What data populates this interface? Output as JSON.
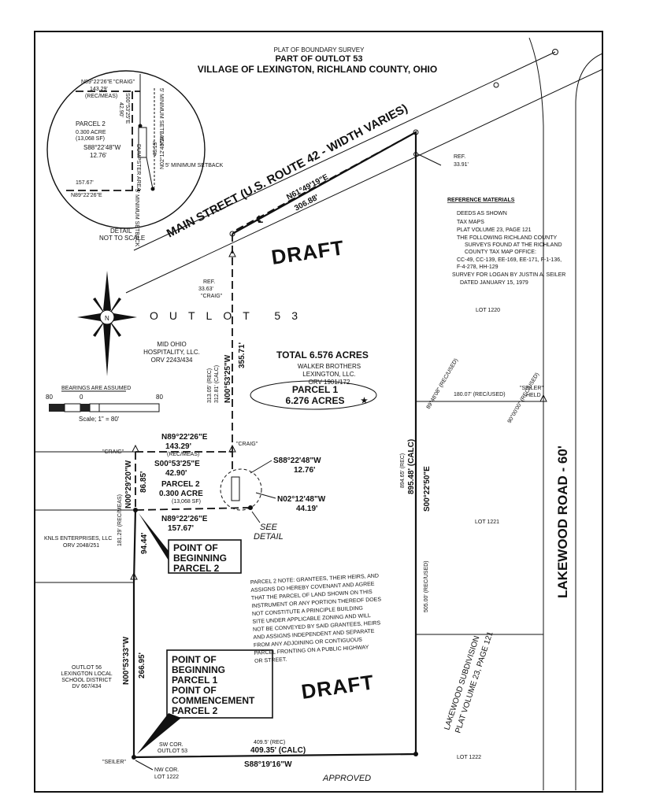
{
  "title": {
    "line1": "PLAT OF BOUNDARY SURVEY",
    "line2": "PART OF OUTLOT 53",
    "line3": "VILLAGE OF LEXINGTON, RICHLAND COUNTY, OHIO"
  },
  "street": {
    "name": "MAIN STREET (U.S. ROUTE 42 - WIDTH VARIES)",
    "bearing": "N61°49'19\"E",
    "distance": "306.88'",
    "centerline": "℄"
  },
  "road": {
    "name": "LAKEWOOD ROAD - 60'"
  },
  "draft_stamp": "DRAFT",
  "outlot": "OUTLOT 53",
  "total_acres": "TOTAL 6.576 ACRES",
  "owner": {
    "line1": "WALKER BROTHERS",
    "line2": "LEXINGTON, LLC.",
    "line3": "ORV 1901/172"
  },
  "parcel1": {
    "label": "PARCEL 1",
    "acres": "6.276 ACRES"
  },
  "parcel2": {
    "label": "PARCEL 2",
    "acres": "0.300 ACRE",
    "sqft": "(13,068 SF)"
  },
  "neighbors": {
    "mid_ohio": {
      "line1": "MID OHIO",
      "line2": "HOSPITALITY, LLC.",
      "line3": "ORV 2243/434"
    },
    "knls": {
      "line1": "KNLS ENTERPRISES, LLC",
      "line2": "ORV 2048/251"
    },
    "outlot56": {
      "line1": "OUTLOT 56",
      "line2": "LEXINGTON LOCAL",
      "line3": "SCHOOL DISTRICT",
      "line4": "DV 667/434"
    },
    "lot1220": "LOT 1220",
    "lot1221": "LOT 1221",
    "lot1222": "LOT 1222",
    "subdivision": {
      "line1": "LAKEWOOD SUBDIVISION",
      "line2": "PLAT VOLUME 23, PAGE 121"
    }
  },
  "reference": {
    "heading": "REFERENCE MATERIALS",
    "items": [
      "DEEDS AS SHOWN",
      "TAX MAPS",
      "PLAT VOLUME 23, PAGE 121",
      "THE FOLLOWING RICHLAND COUNTY",
      "SURVEYS FOUND AT THE RICHLAND",
      "COUNTY TAX MAP OFFICE:",
      "CC-49, CC-139, EE-169, EE-171, F-1-136,",
      "F-4-278, HH-129",
      "SURVEY FOR LOGAN BY JUSTIN A. SEILER",
      "DATED JANUARY 15, 1979"
    ]
  },
  "scale": {
    "left": "80",
    "mid": "0",
    "right": "80",
    "caption": "Scale; 1\" = 80'",
    "bearings_note": "BEARINGS ARE ASSUMED"
  },
  "north": "N",
  "detail": {
    "caption1": "DETAIL",
    "caption2": "NOT TO SCALE",
    "top_bearing": "N89°22'26\"E",
    "top_dist": "143.29'",
    "top_rec": "(REC/MEAS)",
    "craig": "\"CRAIG\"",
    "s_bearing": "S00°53'25\"E",
    "s_dist": "42.90'",
    "parcel": "PARCEL 2",
    "acre": "0.300 ACRE",
    "sf": "(13,068 SF)",
    "sw_bearing": "S88°22'48\"W",
    "sw_dist": "12.76'",
    "n02": "N02°12'48\"W",
    "n02_dist": "44.19'",
    "dumpster": "DUMPSTER AREA",
    "bottom_dist": "157.67'",
    "bottom_bearing": "N89°22'26\"E",
    "setback1": "5' MINIMUM SETBACK",
    "setback2": "5' MINIMUM SETBACK",
    "setback3": "5' MINIMUM SETBACK",
    "dist3": "43.19'"
  },
  "calls": {
    "ref_top": "REF.",
    "ref_top_dist": "33.91'",
    "ref_left": "REF.",
    "ref_left_dist": "33.63'",
    "ref_left_craig": "\"CRAIG\"",
    "west_rec1": "313.05' (REC)",
    "west_rec2": "312.81' (CALC)",
    "west_bearing": "N00°53'25\"W",
    "west_dist": "355.71'",
    "p2_top_bearing": "N89°22'26\"E",
    "p2_top_dist": "143.29'",
    "p2_top_rec": "(REC/MEAS)",
    "craig_left": "\"CRAIG\"",
    "craig_right": "\"CRAIG\"",
    "p2_s_bearing": "S00°53'25\"E",
    "p2_s_dist": "42.90'",
    "p2_west_dist": "86.85'",
    "sw_call": "S88°22'48\"W",
    "sw_dist": "12.76'",
    "n02": "N02°12'48\"W",
    "n02_dist": "44.19'",
    "see_detail1": "SEE",
    "see_detail2": "DETAIL",
    "p2_bottom_bearing": "N89°22'26\"E",
    "p2_bottom_dist": "157.67'",
    "west_n00_29": "N00°29'20\"W",
    "west_rec_meas": "181.29' (REC/MEAS)",
    "dist_94": "94.44'",
    "east_rec": "894.65' (REC)",
    "east_calc": "895.48' (CALC)",
    "east_bearing": "S00°22'50\"E",
    "east_505": "505.00' (REC/USED)",
    "dist_180": "180.07' (REC/USED)",
    "seiler_held1": "\"SEILER\"",
    "seiler_held2": "HELD",
    "angle1": "89°48'08\" (REC/USED)",
    "angle2": "90°00'00\" (REC/USED)",
    "west_lower_bearing": "N00°53'33\"W",
    "west_lower_dist": "266.95'",
    "south_rec": "409.5' (REC)",
    "south_calc": "409.35' (CALC)",
    "south_bearing": "S88°19'16\"W",
    "sw_cor1": "SW COR.",
    "sw_cor2": "OUTLOT 53",
    "nw_cor1": "NW COR.",
    "nw_cor2": "LOT 1222",
    "seiler_sw": "\"SEILER\""
  },
  "pob2": {
    "line1": "POINT OF",
    "line2": "BEGINNING",
    "line3": "PARCEL 2"
  },
  "pob1": {
    "line1": "POINT OF",
    "line2": "BEGINNING",
    "line3": "PARCEL 1",
    "line4": "POINT OF",
    "line5": "COMMENCEMENT",
    "line6": "PARCEL 2"
  },
  "note": {
    "lines": [
      "PARCEL 2 NOTE: GRANTEES, THEIR HEIRS, AND",
      "ASSIGNS DO HEREBY COVENANT AND AGREE",
      "THAT THE PARCEL OF LAND SHOWN ON THIS",
      "INSTRUMENT OR ANY PORTION THEREOF DOES",
      "NOT CONSTITUTE A PRINCIPLE BUILDING",
      "SITE UNDER APPLICABLE ZONING AND WILL",
      "NOT BE CONVEYED BY SAID GRANTEES, HEIRS",
      "AND ASSIGNS INDEPENDENT AND SEPARATE",
      "FROM ANY ADJOINING OR CONTIGUOUS",
      "PARCEL FRONTING ON A PUBLIC HIGHWAY",
      "OR STREET."
    ]
  },
  "approved": "APPROVED"
}
